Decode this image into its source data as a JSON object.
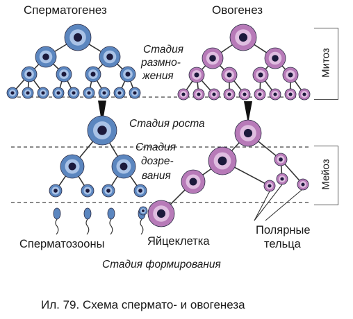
{
  "titles": {
    "left": "Сперматогенез",
    "right": "Овогенез"
  },
  "stages": {
    "multiplication": [
      "Стадия",
      "размно-",
      "жения"
    ],
    "growth": "Стадия роста",
    "maturation": [
      "Стадия",
      "дозре-",
      "вания"
    ],
    "formation": "Стадия формирования"
  },
  "sides": {
    "mitosis": "Митоз",
    "meiosis": "Мейоз"
  },
  "labels": {
    "spermatozoa": "Сперматозооны",
    "egg": "Яйцеклетка",
    "polar_bodies": [
      "Полярные",
      "тельца"
    ]
  },
  "caption": "Ил. 79. Схема спермато- и овогенеза",
  "colors": {
    "sperm_fill": "#5b86bf",
    "sperm_light": "#a9c2e6",
    "egg_fill": "#b77ab8",
    "egg_light": "#dfbde0",
    "nucleus": "#1c1a3c",
    "line": "#333333"
  }
}
